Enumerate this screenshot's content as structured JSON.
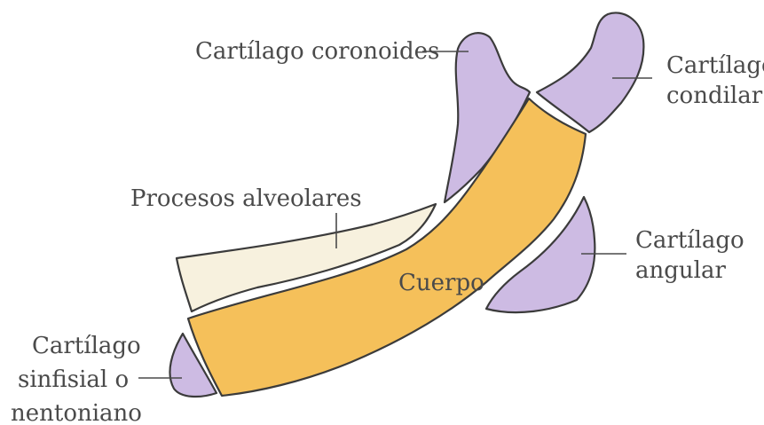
{
  "labels": {
    "coronoid": "Cartílago coronoides",
    "condylar_line1": "Cartílago",
    "condylar_line2": "condilar",
    "alveolar": "Procesos alveolares",
    "body": "Cuerpo",
    "angular_line1": "Cartílago",
    "angular_line2": "angular",
    "symphyseal_line1": "Cartílago",
    "symphyseal_line2": "sinfisial o",
    "symphyseal_line3": "nentoniano"
  },
  "colors": {
    "cartilage_fill": "#cdbbe3",
    "body_fill": "#f5c05a",
    "alveolar_fill": "#f7f1de",
    "outline": "#3b3b3b",
    "label_text": "#4a4a4a"
  }
}
